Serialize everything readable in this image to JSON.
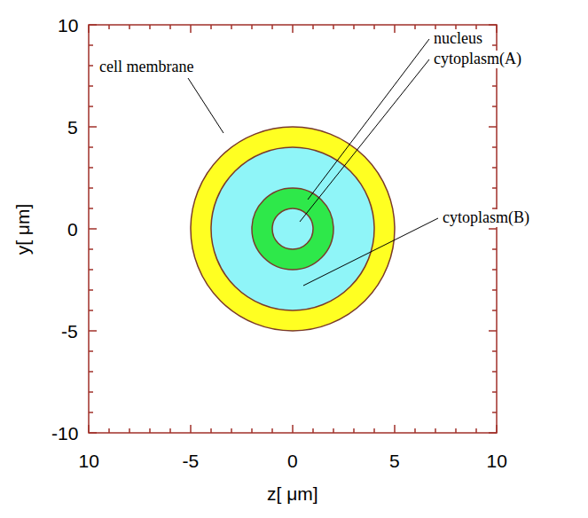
{
  "diagram": {
    "labels": [
      "cell membrane",
      "nucleus",
      "cytoplasm(A)",
      "cytoplasm(B)",
      "10",
      "5",
      "0",
      "-5",
      "-10",
      "y[ μm]",
      "10",
      "-5",
      "0",
      "5",
      "10",
      "z[ μm]"
    ]
  }
}
